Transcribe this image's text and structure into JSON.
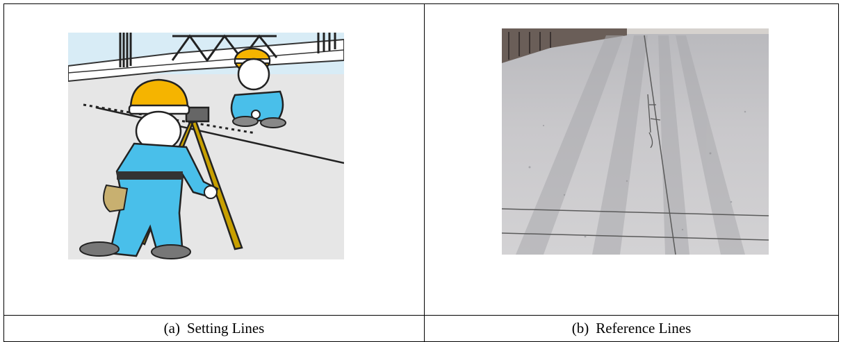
{
  "figures": [
    {
      "marker": "(a)",
      "caption": "Setting Lines",
      "image": "cartoon-surveyors-setting-lines",
      "colors": {
        "background": "#e6e6e6",
        "sky": "#d8ecf6",
        "helmet": "#f5b400",
        "suit": "#49bfea",
        "tripod": "#c8a000"
      }
    },
    {
      "marker": "(b)",
      "caption": "Reference Lines",
      "image": "photo-concrete-slab-reference-lines",
      "colors": {
        "concrete": "#cfcfcf",
        "shadow": "#a9a9ad",
        "line": "#5a5a5a"
      }
    }
  ]
}
